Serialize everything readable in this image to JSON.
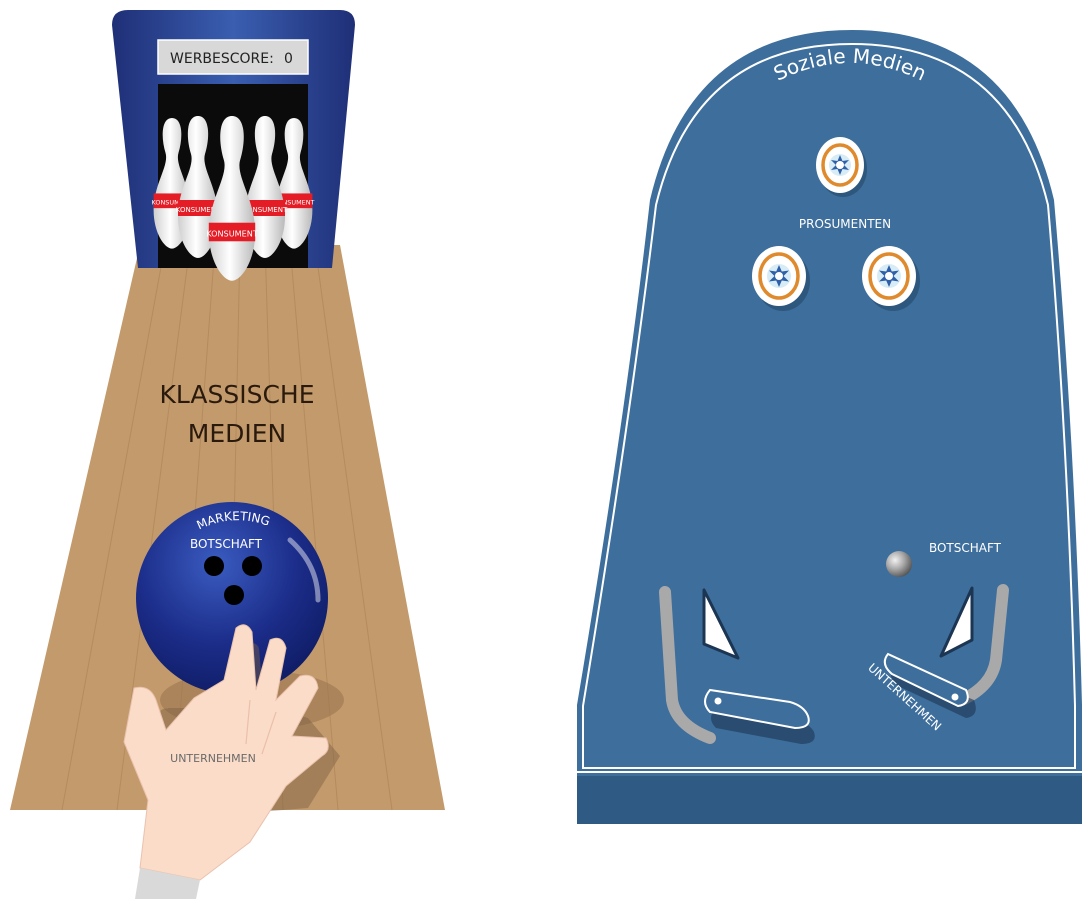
{
  "bowling": {
    "score_label": "WERBESCORE:",
    "score_value": "0",
    "pin_label": "KONSUMENT",
    "pin_count": 5,
    "lane_title_line1": "KLASSISCHE",
    "lane_title_line2": "MEDIEN",
    "ball_label_line1": "MARKETING",
    "ball_label_line2": "BOTSCHAFT",
    "hand_label": "UNTERNEHMEN"
  },
  "pinball": {
    "title": "Soziale Medien",
    "bumpers_label": "PROSUMENTEN",
    "bumper_count": 3,
    "ball_label": "BOTSCHAFT",
    "flipper_label": "UNTERNEHMEN"
  },
  "colors": {
    "lane_wood": "#c39a6b",
    "bowling_backdrop_dark": "#1f2f77",
    "bowling_backdrop_light": "#3a5eb0",
    "pin_stripe": "#e41c25",
    "ball_dark": "#0d1a60",
    "ball_light": "#3a5cc0",
    "pinball_board": "#3d6e9c",
    "pinball_base": "#2f5a84",
    "bumper_ring": "#e08a2e",
    "skin": "#fbdcc9"
  }
}
